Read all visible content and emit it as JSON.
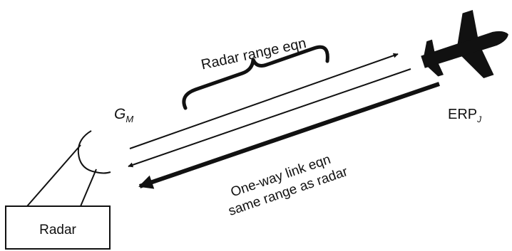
{
  "labels": {
    "radar_range": "Radar range eqn",
    "one_way_line1": "One-way link eqn",
    "one_way_line2": "same range as radar",
    "gain_symbol": "G",
    "gain_subscript": "M",
    "erp_symbol": "ERP",
    "erp_subscript": "J",
    "radar_box": "Radar"
  },
  "colors": {
    "ink": "#111111",
    "background": "#ffffff"
  },
  "icons": {
    "aircraft": "jet-aircraft-silhouette",
    "antenna": "radar-dish-antenna"
  }
}
